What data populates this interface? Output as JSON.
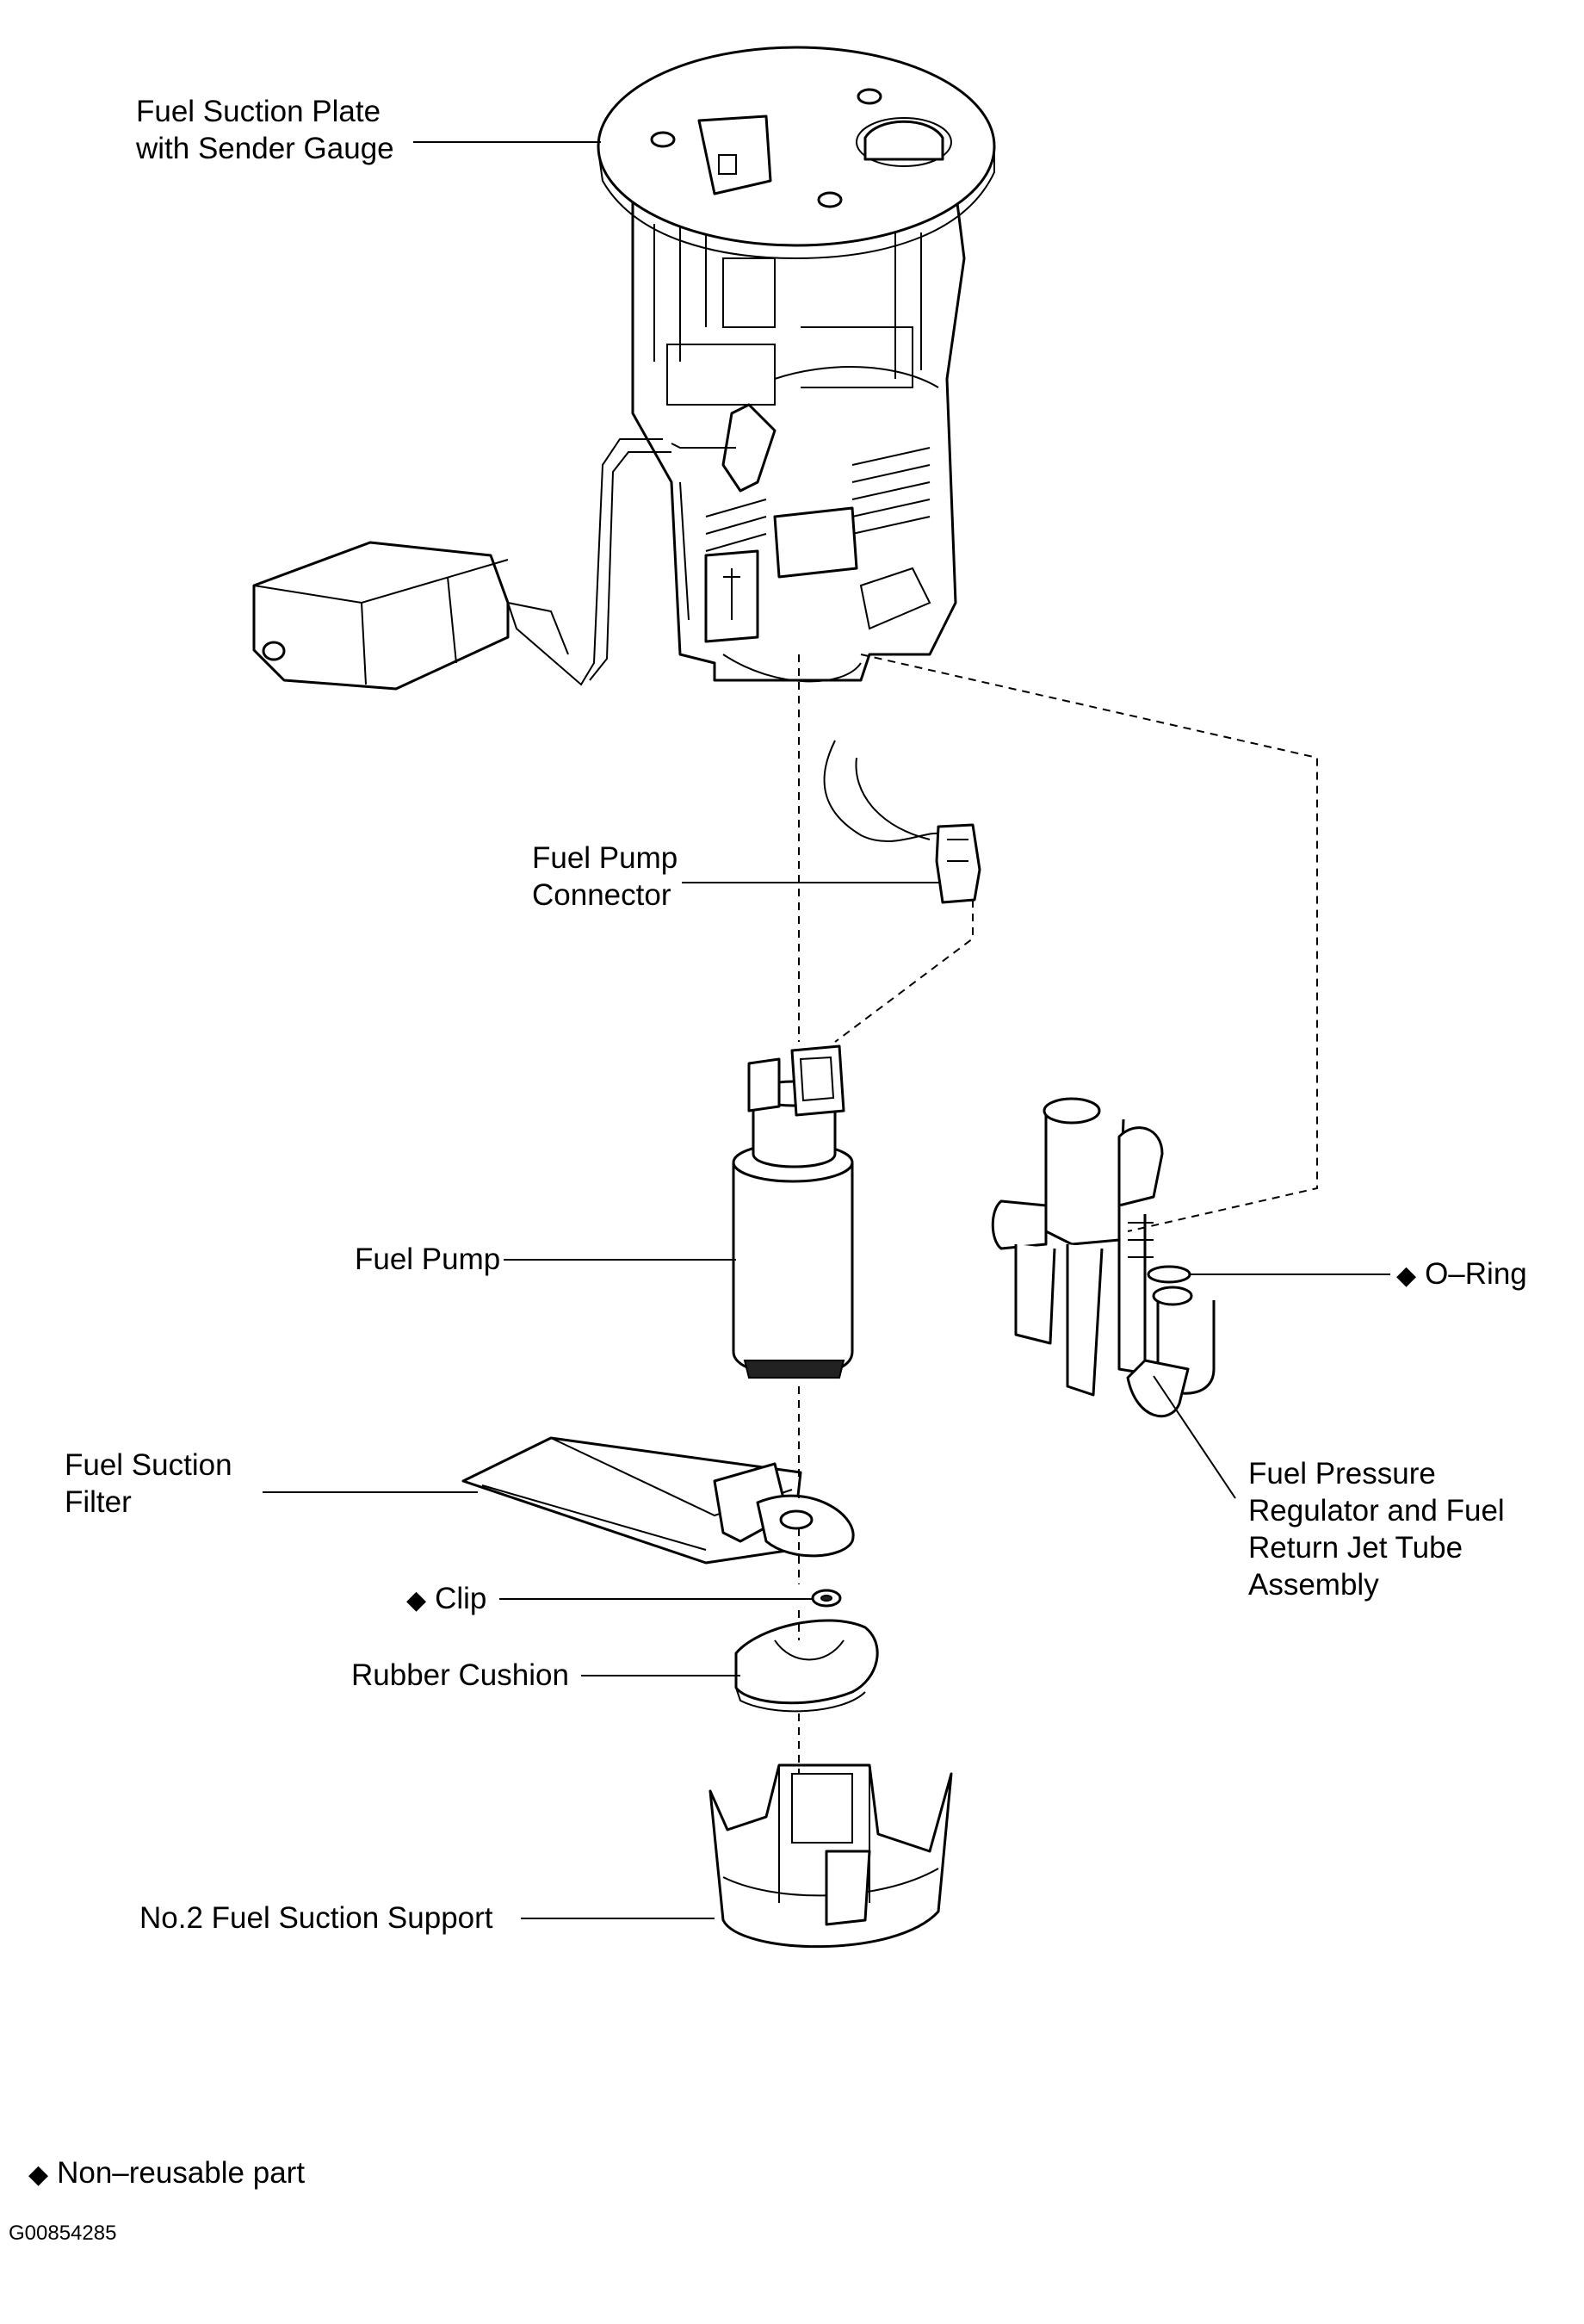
{
  "labels": {
    "suction_plate": [
      "Fuel Suction Plate",
      "with Sender Gauge"
    ],
    "pump_connector": [
      "Fuel Pump",
      "Connector"
    ],
    "fuel_pump": "Fuel Pump",
    "o_ring": "O–Ring",
    "suction_filter": [
      "Fuel Suction",
      "Filter"
    ],
    "pressure_regulator": [
      "Fuel Pressure",
      "Regulator and Fuel",
      "Return Jet Tube",
      "Assembly"
    ],
    "clip": "Clip",
    "rubber_cushion": "Rubber Cushion",
    "suction_support": "No.2 Fuel Suction Support"
  },
  "legend": {
    "symbol": "◆",
    "text": "Non–reusable part"
  },
  "figure_code": "G00854285"
}
